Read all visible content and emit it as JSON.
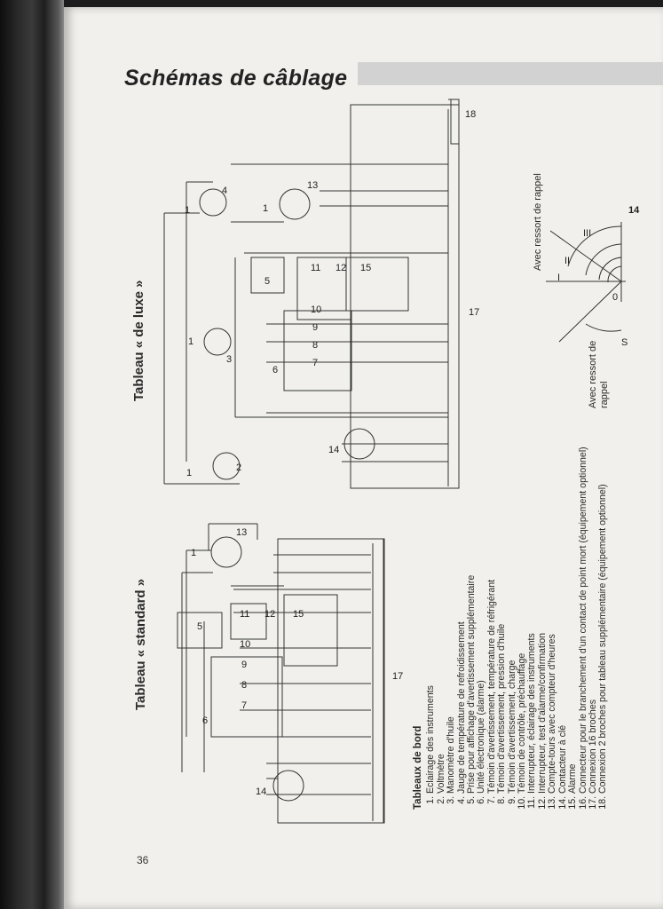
{
  "page": {
    "title": "Schémas de câblage",
    "number": "36"
  },
  "panels": {
    "standard_label": "Tableau « standard »",
    "luxe_label": "Tableau « de luxe »",
    "rappel_1": "Avec ressort de rappel",
    "rappel_2": "Avec ressort de rappel"
  },
  "legend": {
    "heading": "Tableaux de bord",
    "items": [
      "Eclairage des instruments",
      "Voltmètre",
      "Manomètre d'huile",
      "Jauge de température de refroidissement",
      "Prise pour affichage d'avertissement supplémentaire",
      "Unité électronique (alarme)",
      "Témoin d'avertissement, température de réfrigérant",
      "Témoin d'avertissement, pression d'huile",
      "Témoin d'avertissement, charge",
      "Témoin de contrôle, préchauffage",
      "Interrupteur, éclairage des instruments",
      "Interrupteur, test d'alarme/confirmation",
      "Compte-tours avec compteur d'heures",
      "Contacteur à clé",
      "Alarme",
      "Connecteur pour le branchement d'un contact de point mort (équipement optionnel)",
      "Connexion 16 broches",
      "Connexion 2 broches pour tableau supplémentaire (équipement optionnel)"
    ]
  },
  "diagram_numbers": {
    "std": [
      "14",
      "6",
      "7",
      "8",
      "9",
      "10",
      "5",
      "11",
      "12",
      "15",
      "1",
      "13",
      "17"
    ],
    "luxe": [
      "14",
      "1",
      "2",
      "6",
      "7",
      "8",
      "9",
      "10",
      "5",
      "11",
      "12",
      "15",
      "1",
      "3",
      "1",
      "4",
      "1",
      "13",
      "17",
      "18"
    ],
    "key": [
      "0",
      "I",
      "II",
      "III",
      "S",
      "14"
    ]
  }
}
